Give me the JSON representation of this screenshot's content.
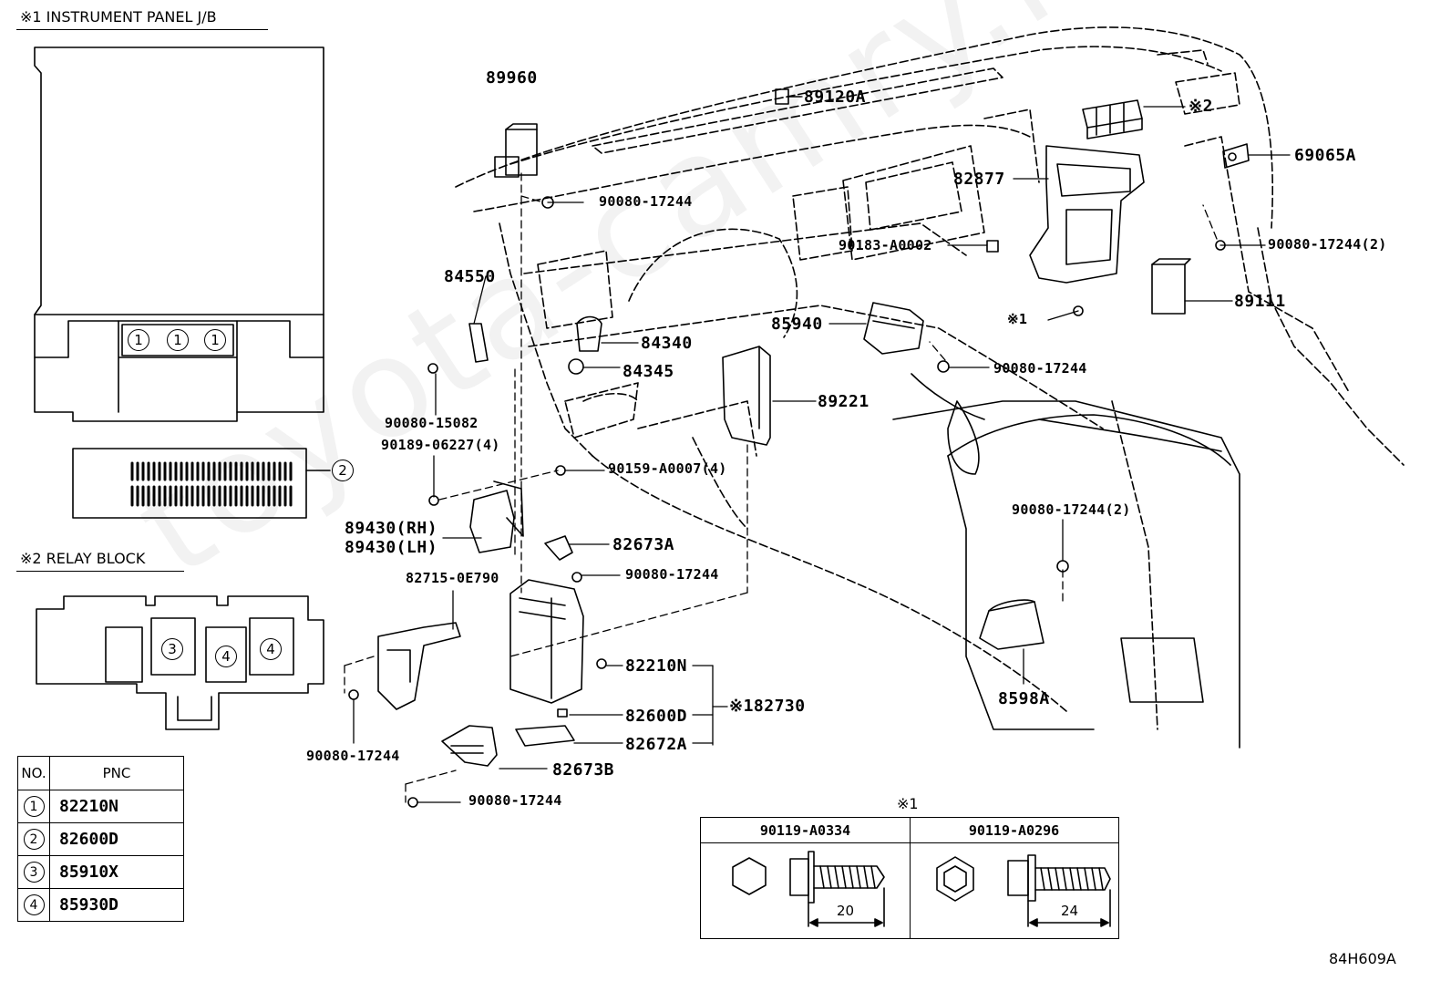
{
  "watermark": "toyota-camry.ru",
  "sections": {
    "jb_title": "※1 INSTRUMENT PANEL J/B",
    "relay_title": "※2 RELAY BLOCK"
  },
  "jb_circles": [
    "1",
    "1",
    "1",
    "2"
  ],
  "relay_circles": [
    "3",
    "4",
    "4"
  ],
  "parts": [
    {
      "id": "89960",
      "text": "89960"
    },
    {
      "id": "89120A",
      "text": "89120A"
    },
    {
      "id": "ref2",
      "text": "※2"
    },
    {
      "id": "69065A",
      "text": "69065A"
    },
    {
      "id": "82877",
      "text": "82877"
    },
    {
      "id": "90080-17244-a",
      "text": "90080-17244"
    },
    {
      "id": "90183-A0002",
      "text": "90183-A0002"
    },
    {
      "id": "90080-17244-2-a",
      "text": "90080-17244(2)"
    },
    {
      "id": "84550",
      "text": "84550"
    },
    {
      "id": "89111",
      "text": "89111"
    },
    {
      "id": "ref1-bolt",
      "text": "※1"
    },
    {
      "id": "85940",
      "text": "85940"
    },
    {
      "id": "84340",
      "text": "84340"
    },
    {
      "id": "84345",
      "text": "84345"
    },
    {
      "id": "90080-17244-b",
      "text": "90080-17244"
    },
    {
      "id": "89221",
      "text": "89221"
    },
    {
      "id": "90080-15082",
      "text": "90080-15082"
    },
    {
      "id": "90189-06227",
      "text": "90189-06227(4)"
    },
    {
      "id": "90159-A0007",
      "text": "90159-A0007(4)"
    },
    {
      "id": "90080-17244-2-b",
      "text": "90080-17244(2)"
    },
    {
      "id": "89430-RH",
      "text": "89430(RH)"
    },
    {
      "id": "89430-LH",
      "text": "89430(LH)"
    },
    {
      "id": "82673A",
      "text": "82673A"
    },
    {
      "id": "90080-17244-c",
      "text": "90080-17244"
    },
    {
      "id": "82715-0E790",
      "text": "82715-0E790"
    },
    {
      "id": "82210N",
      "text": "82210N"
    },
    {
      "id": "82730",
      "text": "※182730"
    },
    {
      "id": "82600D",
      "text": "82600D"
    },
    {
      "id": "82672A",
      "text": "82672A"
    },
    {
      "id": "8598A",
      "text": "8598A"
    },
    {
      "id": "90080-17244-d",
      "text": "90080-17244"
    },
    {
      "id": "82673B",
      "text": "82673B"
    },
    {
      "id": "90080-17244-e",
      "text": "90080-17244"
    }
  ],
  "legend": {
    "headers": [
      "NO.",
      "PNC"
    ],
    "rows": [
      {
        "no": "1",
        "pnc": "82210N"
      },
      {
        "no": "2",
        "pnc": "82600D"
      },
      {
        "no": "3",
        "pnc": "85910X"
      },
      {
        "no": "4",
        "pnc": "85930D"
      }
    ]
  },
  "bolt_box": {
    "ref": "※1",
    "bolts": [
      {
        "part": "90119-A0334",
        "length": "20"
      },
      {
        "part": "90119-A0296",
        "length": "24"
      }
    ]
  },
  "footer_code": "84H609A"
}
